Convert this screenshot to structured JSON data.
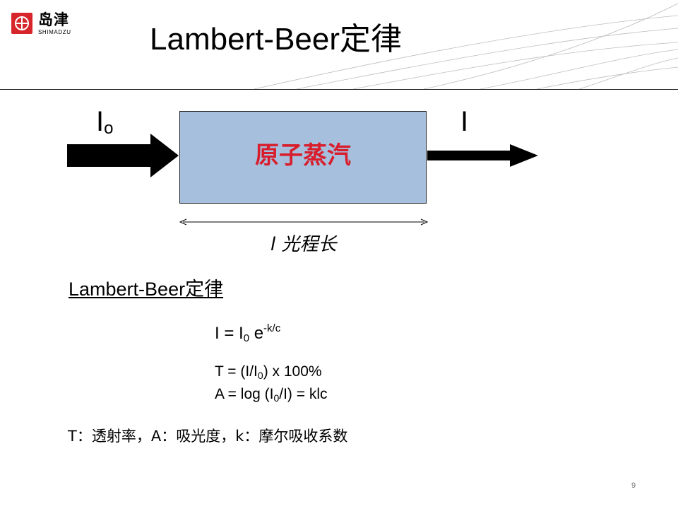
{
  "logo": {
    "brand_cn": "岛津",
    "brand_en": "SHIMADZU",
    "color": "#d7262b"
  },
  "slide": {
    "title": "Lambert-Beer定律",
    "page_number": "9"
  },
  "diagram": {
    "incident_label": "I",
    "incident_sub": "o",
    "transmitted_label": "I",
    "box_label": "原子蒸汽",
    "box_color": "#a6bfdd",
    "box_label_color": "#d81e2c",
    "path_length_label": "l 光程长"
  },
  "law": {
    "heading": "Lambert-Beer定律",
    "eq1": {
      "lhs": "I = I",
      "sub": "0",
      "mid": " e",
      "sup": "-k/c"
    },
    "eq2": {
      "a": "T = (I/I",
      "sub": "0",
      "b": ") x 100%"
    },
    "eq3": {
      "a": "A = log (I",
      "sub": "0",
      "b": "/I) = klc"
    },
    "legend": "T：透射率，A：吸光度，k：摩尔吸收系数"
  }
}
